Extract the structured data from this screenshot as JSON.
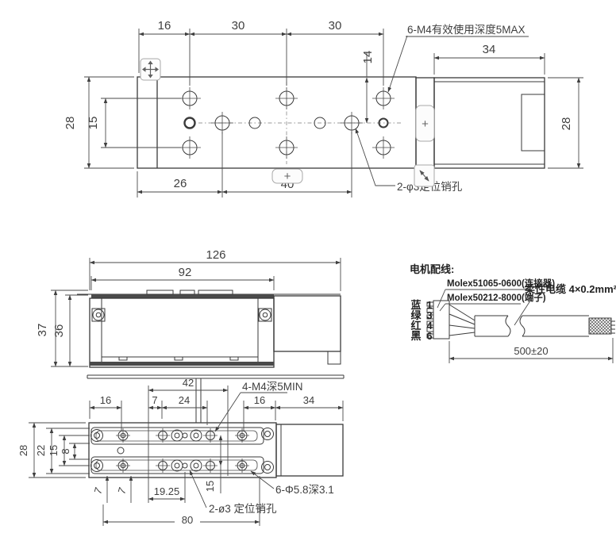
{
  "top_view": {
    "dim_16": "16",
    "dim_30a": "30",
    "dim_30b": "30",
    "dim_14": "14",
    "dim_34": "34",
    "dim_28_left": "28",
    "dim_15": "15",
    "dim_26": "26",
    "dim_40": "40",
    "dim_28_right": "28",
    "note_thread": "6-M4有效使用深度5MAX",
    "note_pin": "2-φ3定位销孔"
  },
  "side_view": {
    "dim_126": "126",
    "dim_92": "92",
    "dim_37": "37",
    "dim_36": "36"
  },
  "wiring": {
    "title": "电机配线:",
    "connector_label": "Molex51065-0600(连接器)",
    "terminal_label": "Molex50212-8000(端子)",
    "cable_label": "柔性电缆 4×0.2mm²",
    "length_label": "500±20",
    "wires": [
      {
        "color": "蓝",
        "pin": "1"
      },
      {
        "color": "绿",
        "pin": "3"
      },
      {
        "color": "红",
        "pin": "4"
      },
      {
        "color": "黑",
        "pin": "6"
      }
    ]
  },
  "bottom_view": {
    "dim_42": "42",
    "dim_16a": "16",
    "dim_7": "7",
    "dim_24": "24",
    "dim_16b": "16",
    "dim_34": "34",
    "dim_28": "28",
    "dim_22": "22",
    "dim_15_left": "15",
    "dim_8": "8",
    "dim_7a": "7",
    "dim_7b": "7",
    "dim_19_25": "19.25",
    "dim_15_mid": "15",
    "dim_80": "80",
    "note_thread": "4-M4深5MIN",
    "note_pin": "2-ø3 定位销孔",
    "note_cbore": "6-Φ5.8深3.1"
  },
  "overlays": {
    "plus_a": "+",
    "plus_b": "+"
  },
  "colors": {
    "line": "#3a3a3a",
    "dim_text": "#3f3f3f",
    "overlay_border": "#a8a8a8"
  }
}
